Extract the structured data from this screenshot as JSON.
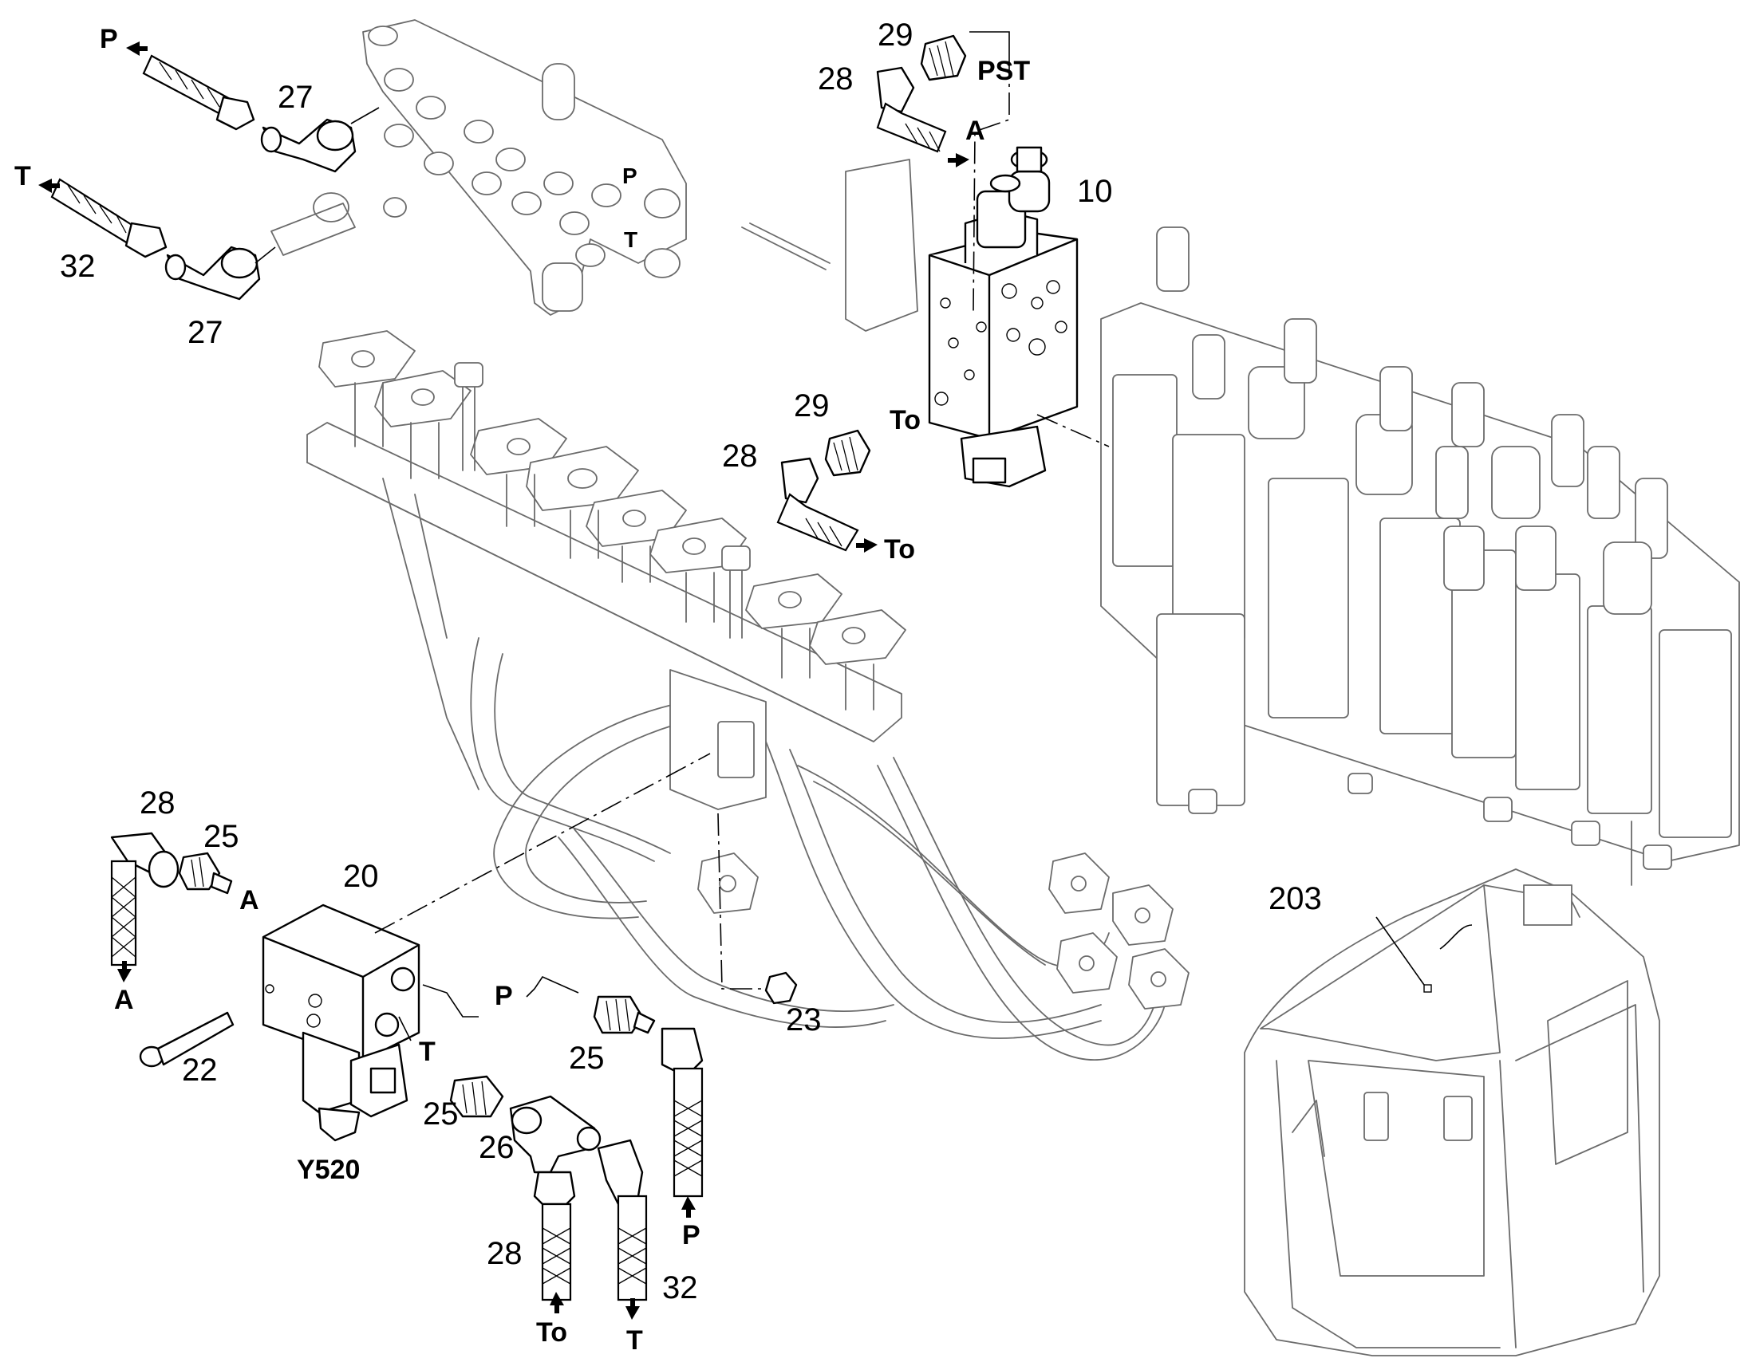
{
  "callouts": {
    "c10": "10",
    "c20": "20",
    "c22": "22",
    "c23": "23",
    "c25a": "25",
    "c25b": "25",
    "c25c": "25",
    "c26": "26",
    "c27a": "27",
    "c27b": "27",
    "c28a": "28",
    "c28b": "28",
    "c28c": "28",
    "c28d": "28",
    "c29a": "29",
    "c29b": "29",
    "c32a": "32",
    "c32b": "32",
    "c203": "203",
    "cY520": "Y520"
  },
  "ports": {
    "p_top_left": "P",
    "t_top_left": "T",
    "manifold_p": "P",
    "manifold_t": "T",
    "pst": "PST",
    "a_top": "A",
    "to_mid": "To",
    "to_hose": "To",
    "a_side": "A",
    "a_bottom": "A",
    "p_line": "P",
    "t_line": "T",
    "p_bottom": "P",
    "to_bottom": "To",
    "t_bottom": "T"
  }
}
